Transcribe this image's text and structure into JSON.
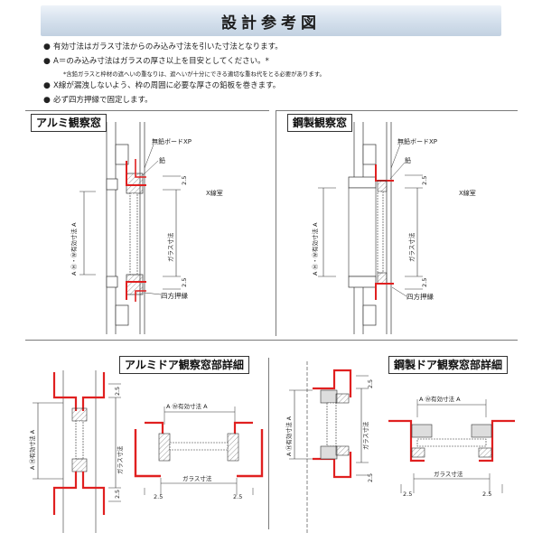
{
  "title": "設計参考図",
  "notes": [
    "有効寸法はガラス寸法からのみ込み寸法を引いた寸法となります。",
    "A＝のみ込み寸法はガラスの厚さ以上を目安としてください。*",
    "*含鉛ガラスと枠材の遮へいの重なりは、遮へいが十分にできる適切な重ね代をとる必要があります。",
    "X線が漏洩しないよう、枠の周囲に必要な厚さの鉛板を巻きます。",
    "必ず四方押縁で固定します。"
  ],
  "panels": {
    "alu_window": {
      "title": "アルミ観察窓",
      "board_label": "無鉛ボードXP",
      "lead_label": "鉛",
      "room_label": "X線室",
      "effective_label": "A Ⓗ・Ⓦ有効寸法 A",
      "glass_label": "ガラス寸法",
      "dim_a": "2.5",
      "dim_b": "2.5",
      "molding_label": "四方押縁"
    },
    "steel_window": {
      "title": "鋼製観察窓",
      "board_label": "無鉛ボードXP",
      "lead_label": "鉛",
      "room_label": "X線室",
      "effective_label": "A Ⓗ・Ⓦ有効寸法 A",
      "glass_label": "ガラス寸法",
      "dim_a": "2.5",
      "dim_b": "2.5",
      "molding_label": "四方押縁"
    },
    "alu_door": {
      "title": "アルミドア観察窓部詳細",
      "effective_h_label": "A Ⓗ有効寸法 A",
      "effective_w_label": "A Ⓦ有効寸法 A",
      "glass_v_label": "ガラス寸法",
      "glass_h_label": "ガラス寸法",
      "dim_top": "2.5",
      "dim_bottom": "2.5",
      "dim_left": "2.5",
      "dim_right": "2.5"
    },
    "steel_door": {
      "title": "鋼製ドア観察窓部詳細",
      "effective_h_label": "A Ⓗ有効寸法 A",
      "effective_w_label": "A Ⓦ有効寸法 A",
      "glass_v_label": "ガラス寸法",
      "glass_h_label": "ガラス寸法",
      "dim_top": "2.5",
      "dim_bottom": "2.5",
      "dim_left": "2.5",
      "dim_right": "2.5"
    }
  },
  "colors": {
    "lead": "#e02020",
    "line": "#333333",
    "header": "#c8d6e6"
  }
}
